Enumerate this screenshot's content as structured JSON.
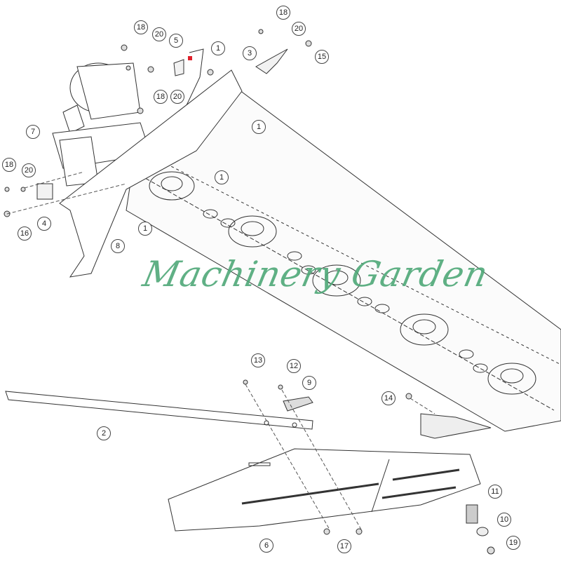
{
  "watermark": "Machinery Garden",
  "callouts": [
    "18",
    "20",
    "5",
    "1",
    "18",
    "20",
    "3",
    "15",
    "18",
    "20",
    "1",
    "7",
    "18",
    "20",
    "1",
    "4",
    "16",
    "1",
    "8",
    "13",
    "12",
    "9",
    "14",
    "2",
    "11",
    "10",
    "6",
    "17",
    "19"
  ],
  "colors": {
    "line": "#333333",
    "watermark": "#4fa878",
    "marker": "#e0202a"
  }
}
